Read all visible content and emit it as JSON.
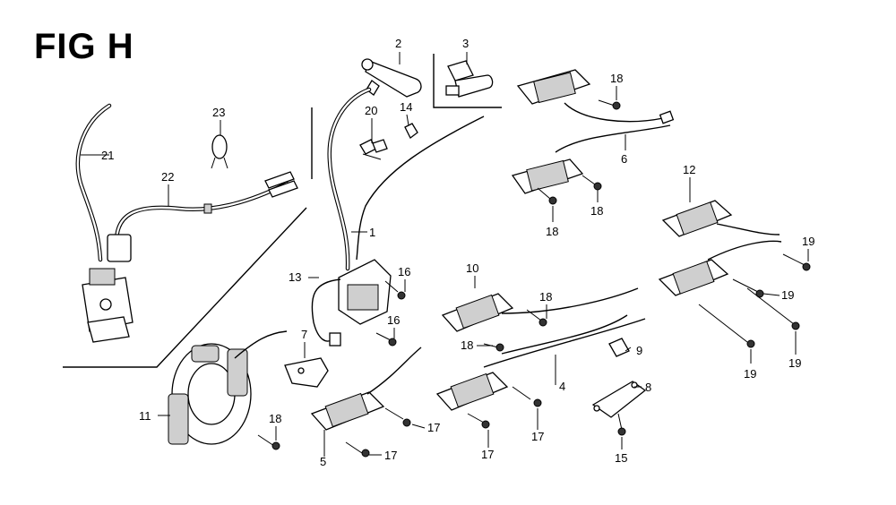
{
  "title": "FIG H",
  "callouts": {
    "c1": "1",
    "c2": "2",
    "c3": "3",
    "c4": "4",
    "c5": "5",
    "c6": "6",
    "c7": "7",
    "c8": "8",
    "c9": "9",
    "c10": "10",
    "c11": "11",
    "c12": "12",
    "c13": "13",
    "c14": "14",
    "c15": "15",
    "c16a": "16",
    "c16b": "16",
    "c17a": "17",
    "c17b": "17",
    "c17c": "17",
    "c17d": "17",
    "c18a": "18",
    "c18b": "18",
    "c18c": "18",
    "c18d": "18",
    "c18e": "18",
    "c18f": "18",
    "c19a": "19",
    "c19b": "19",
    "c19c": "19",
    "c19d": "19",
    "c20": "20",
    "c21": "21",
    "c22": "22",
    "c23": "23"
  }
}
